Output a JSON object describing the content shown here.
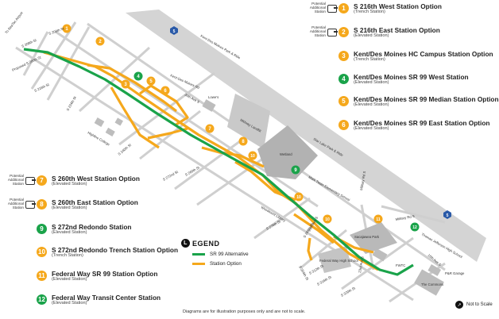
{
  "colors": {
    "sr99_alternative": "#1aa34a",
    "station_option": "#f5a81c",
    "street": "#d0d0d0",
    "building": "#b8b8b8"
  },
  "map_labels": {
    "seatac_airport": "To SeaTac Airport",
    "s200th": "S 200th St",
    "s208th": "S 208th St",
    "proposed_s200": "Proposed S 200th St",
    "s216th": "S 216th St",
    "s224th": "S 224th St",
    "s240th": "S 240th St",
    "s260th": "S 260th St",
    "s272nd": "S 272nd St",
    "s276th": "S 276th St",
    "s288th": "S 288th St",
    "s304th": "S 304th St",
    "s312th": "S 312th St",
    "s316th": "S 316th St",
    "s320th": "S 320th St",
    "kent_des_moines_rd": "Kent-Des Moines Rd",
    "kent_des_moines_park_ride": "Kent-Des Moines Park & Ride",
    "ave30": "30th Ave S",
    "highline_college": "Highline College",
    "lowes": "Lowe's",
    "midway_landfill": "Midway Landfill",
    "wetland": "Wetland",
    "star_lake": "Star Lake Park & Ride",
    "woodmont_library": "Woodmont Library",
    "mark_twain": "Mark Twain Elementary School",
    "military_rd": "Military Rd S",
    "military_rd_2": "Military Rd S",
    "federal_way_hs": "Federal Way High School",
    "sacajawea": "Sacajawea Park",
    "ave23": "23rd Ave S",
    "fwtc": "FWTC",
    "the_commons": "The Commons",
    "pr_garage": "P&R Garage",
    "ave16": "16th Ave S",
    "ave28": "28th Ave S",
    "thomas_jefferson": "Thomas Jefferson High School",
    "i5_north": "5",
    "i5_south": "5"
  },
  "potential_label": "Potential Additional Station",
  "legend_items": [
    {
      "num": "1",
      "color": "y",
      "title": "S 216th West Station Option",
      "sub": "(Trench Station)",
      "potential": true
    },
    {
      "num": "2",
      "color": "y",
      "title": "S 216th East Station Option",
      "sub": "(Elevated Station)",
      "potential": true
    },
    {
      "num": "3",
      "color": "y",
      "title": "Kent/Des Moines HC Campus Station Option",
      "sub": "(Trench Station)",
      "potential": false
    },
    {
      "num": "4",
      "color": "g",
      "title": "Kent/Des Moines SR 99 West Station",
      "sub": "(Elevated Station)",
      "potential": false
    },
    {
      "num": "5",
      "color": "y",
      "title": "Kent/Des Moines SR 99 Median Station Option",
      "sub": "(Elevated Station)",
      "potential": false
    },
    {
      "num": "6",
      "color": "y",
      "title": "Kent/Des Moines SR 99 East Station Option",
      "sub": "(Elevated Station)",
      "potential": false
    },
    {
      "num": "7",
      "color": "y",
      "title": "S 260th West Station Option",
      "sub": "(Elevated Station)",
      "potential": true
    },
    {
      "num": "8",
      "color": "y",
      "title": "S 260th East Station Option",
      "sub": "(Elevated Station)",
      "potential": true
    },
    {
      "num": "9",
      "color": "g",
      "title": "S 272nd Redondo Station",
      "sub": "(Elevated Station)",
      "potential": false
    },
    {
      "num": "10",
      "color": "y",
      "title": "S 272nd Redondo Trench Station Option",
      "sub": "(Trench Station)",
      "potential": false
    },
    {
      "num": "11",
      "color": "y",
      "title": "Federal Way SR 99 Station Option",
      "sub": "(Elevated Station)",
      "potential": false
    },
    {
      "num": "12",
      "color": "g",
      "title": "Federal Way Transit Center Station",
      "sub": "(Elevated Station)",
      "potential": false
    }
  ],
  "legend": {
    "badge": "L",
    "heading": "EGEND",
    "sr99": "SR 99 Alternative",
    "station_option": "Station Option"
  },
  "footnote": "Diagrams are for illustration purposes only and are not to scale.",
  "scale_note": "Not to Scale"
}
